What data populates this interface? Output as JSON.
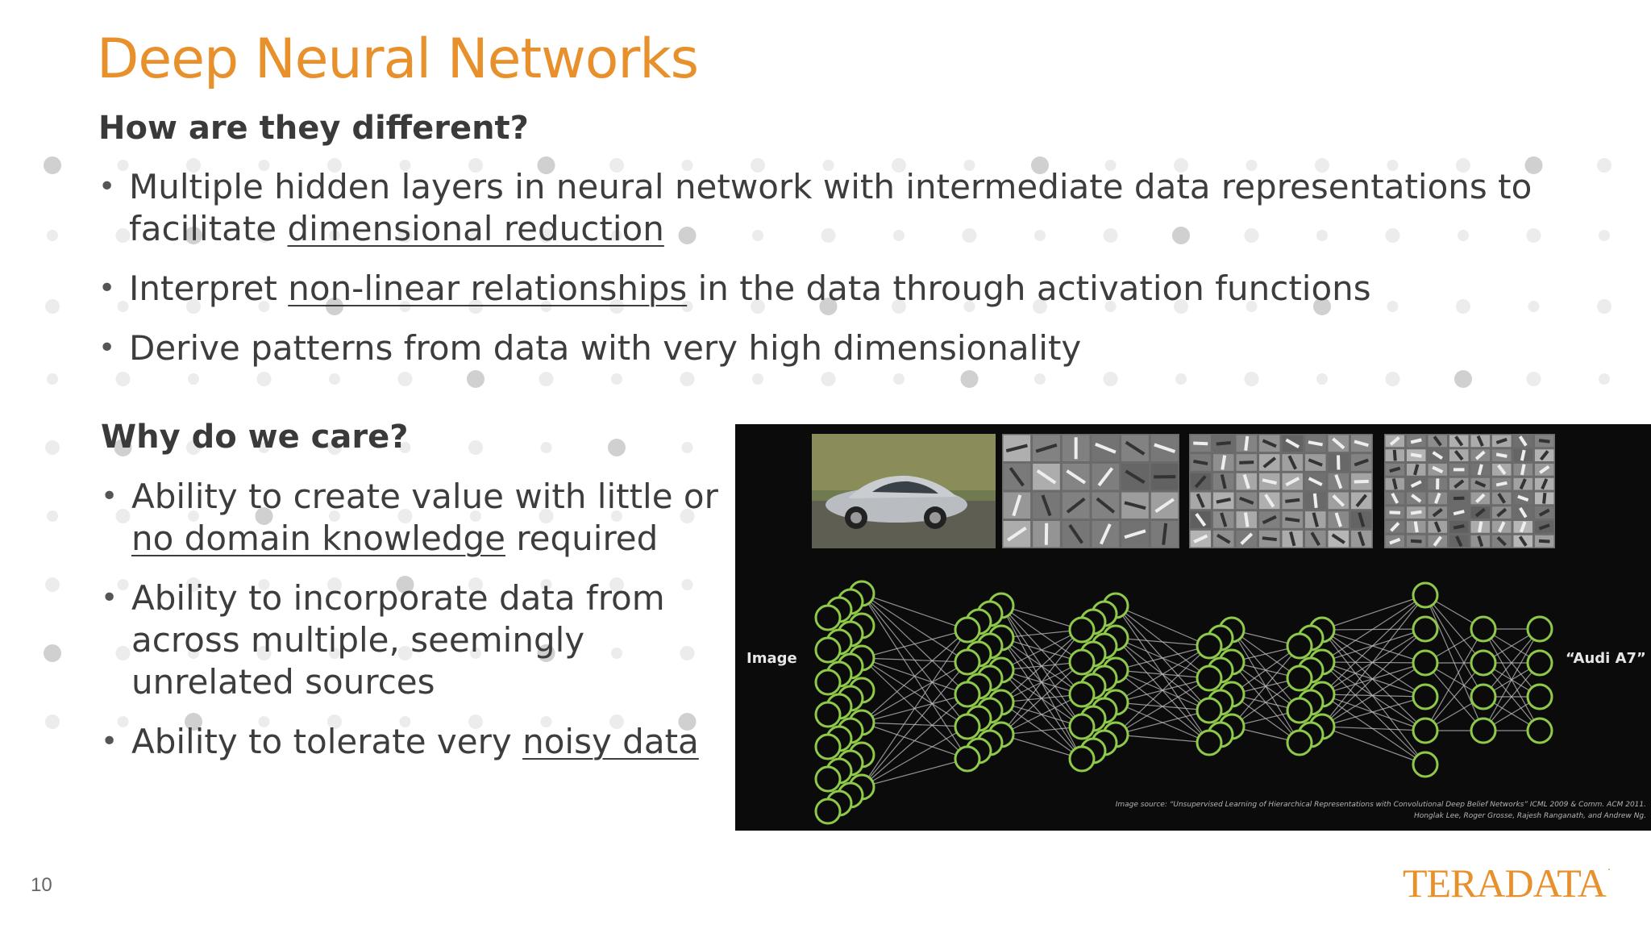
{
  "slide": {
    "title": "Deep Neural Networks",
    "number": "10"
  },
  "section1": {
    "heading": "How are they different?",
    "bullets": [
      {
        "parts": [
          "Multiple hidden layers in neural network with intermediate data representations to facilitate ",
          "dimensional reduction",
          ""
        ]
      },
      {
        "parts": [
          "Interpret ",
          "non-linear relationships",
          " in the data through activation functions"
        ]
      },
      {
        "parts": [
          "Derive patterns from data with very high dimensionality",
          "",
          ""
        ]
      }
    ]
  },
  "section2": {
    "heading": "Why do we care?",
    "bullets": [
      {
        "parts": [
          "Ability to create value with little or ",
          "no domain knowledge",
          " required"
        ]
      },
      {
        "parts": [
          "Ability to incorporate data from across multiple, seemingly unrelated sources",
          "",
          ""
        ]
      },
      {
        "parts": [
          "Ability to tolerate very ",
          "noisy data",
          ""
        ]
      }
    ]
  },
  "figure": {
    "input_label": "Image",
    "output_label": "“Audi A7”",
    "caption_line1": "Image source: “Unsupervised Learning of Hierarchical Representations with Convolutional Deep Belief Networks” ICML 2009 & Comm. ACM 2011.",
    "caption_line2": "Honglak Lee, Roger Grosse, Rajesh Ranganath, and Andrew Ng.",
    "node_color": "#8fc94a",
    "edge_color": "#bdbdbd"
  },
  "brand": {
    "logo_text": "TERADATA",
    "logo_mark": ".",
    "accent_color": "#e8902c"
  }
}
